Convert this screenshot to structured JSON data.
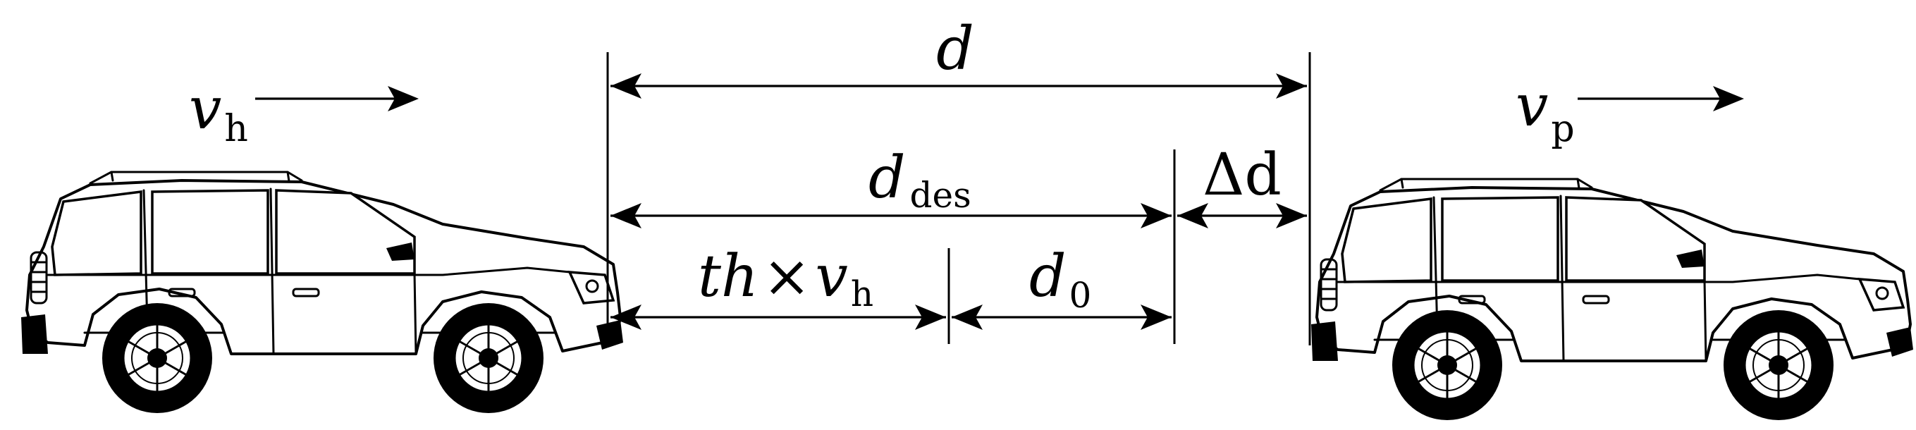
{
  "labels": {
    "d": "d",
    "d_des_main": "d",
    "d_des_sub": "des",
    "delta_d": "Δd",
    "th_main": "th",
    "times": "×",
    "vh_main": "v",
    "vh_sub": "h",
    "d0_main": "d",
    "d0_sub": "0",
    "host_speed_main": "v",
    "host_speed_sub": "h",
    "preceding_speed_main": "v",
    "preceding_speed_sub": "p"
  },
  "icons": {
    "host_vehicle": "suv-car-icon",
    "preceding_vehicle": "suv-car-icon",
    "arrow": "right-arrow-icon"
  },
  "colors": {
    "ink": "#000000",
    "background": "#ffffff"
  }
}
